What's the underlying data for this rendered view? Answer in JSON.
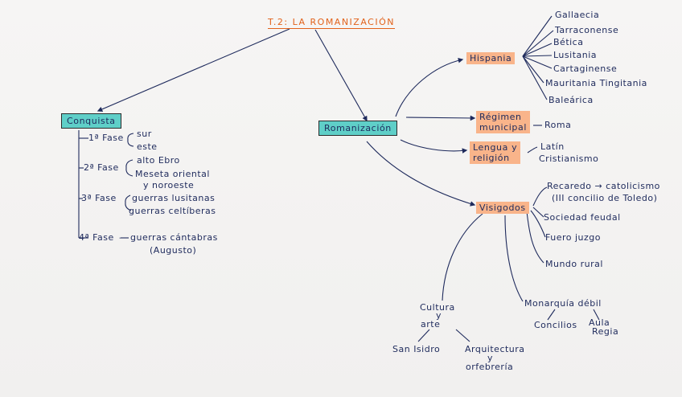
{
  "title": "T.2: LA ROMANIZACIÓN",
  "conquista": {
    "label": "Conquista",
    "fases": [
      {
        "label": "1ª Fase",
        "items": [
          "sur",
          "este"
        ]
      },
      {
        "label": "2ª Fase",
        "items": [
          "alto Ebro",
          "Meseta oriental",
          "y noroeste"
        ]
      },
      {
        "label": "3ª Fase",
        "items": [
          "guerras lusitanas",
          "guerras celtíberas"
        ]
      },
      {
        "label": "4ª Fase",
        "items": [
          "guerras cántabras",
          "(Augusto)"
        ]
      }
    ]
  },
  "romanizacion": {
    "label": "Romanización",
    "hispania": {
      "label": "Hispania",
      "provincias": [
        "Gallaecia",
        "Tarraconense",
        "Bética",
        "Lusitania",
        "Cartaginense",
        "Mauritania Tingitania",
        "Baleárica"
      ]
    },
    "regimen": {
      "label_1": "Régimen",
      "label_2": "municipal",
      "value": "Roma"
    },
    "lengua": {
      "label_1": "Lengua y",
      "label_2": "religión",
      "value_1": "Latín",
      "value_2": "Cristianismo"
    },
    "visigodos": {
      "label": "Visigodos",
      "items": [
        "Recaredo → catolicismo",
        "(III concilio de Toledo)",
        "Sociedad feudal",
        "Fuero juzgo",
        "Mundo rural"
      ],
      "monarquia": {
        "label": "Monarquía débil",
        "sub_1": "Concilios",
        "sub_2": "Aula",
        "sub_3": "Regia"
      },
      "cultura": {
        "label": "Cultura",
        "amp": "y",
        "label_2": "arte",
        "sub_1": "San Isidro",
        "sub_2": "Arquitectura",
        "sub_3": "y",
        "sub_4": "orfebrería"
      }
    }
  }
}
